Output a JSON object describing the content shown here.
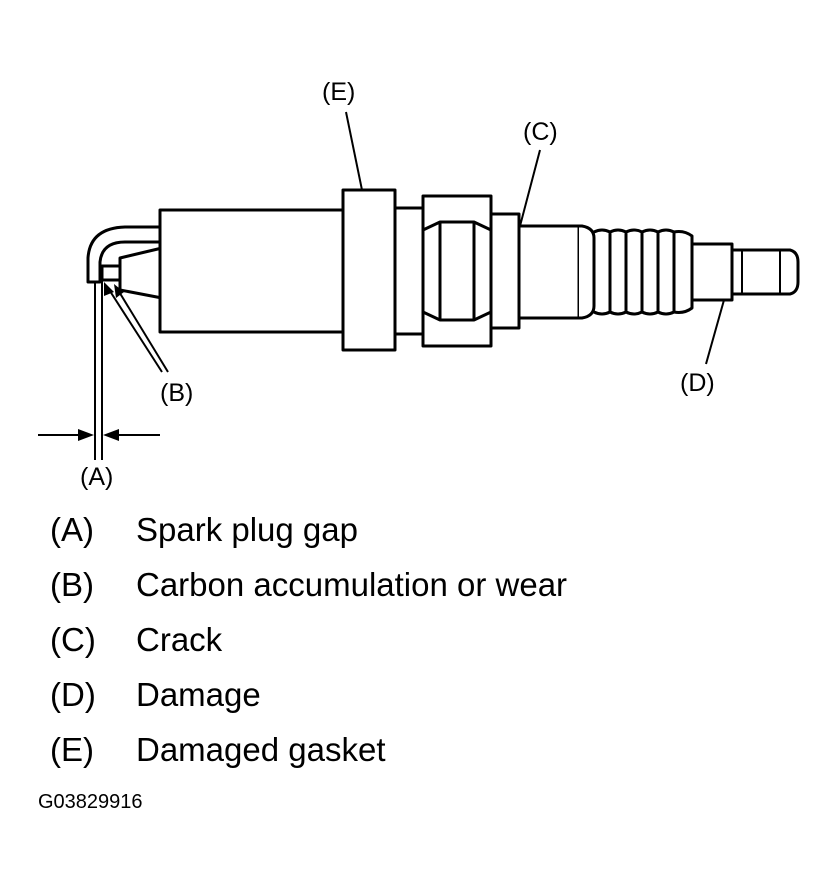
{
  "diagram": {
    "callouts": {
      "a": "(A)",
      "b": "(B)",
      "c": "(C)",
      "d": "(D)",
      "e": "(E)"
    }
  },
  "legend": [
    {
      "key": "(A)",
      "text": "Spark plug gap"
    },
    {
      "key": "(B)",
      "text": "Carbon accumulation or wear"
    },
    {
      "key": "(C)",
      "text": "Crack"
    },
    {
      "key": "(D)",
      "text": "Damage"
    },
    {
      "key": "(E)",
      "text": "Damaged gasket"
    }
  ],
  "figure_id": "G03829916"
}
